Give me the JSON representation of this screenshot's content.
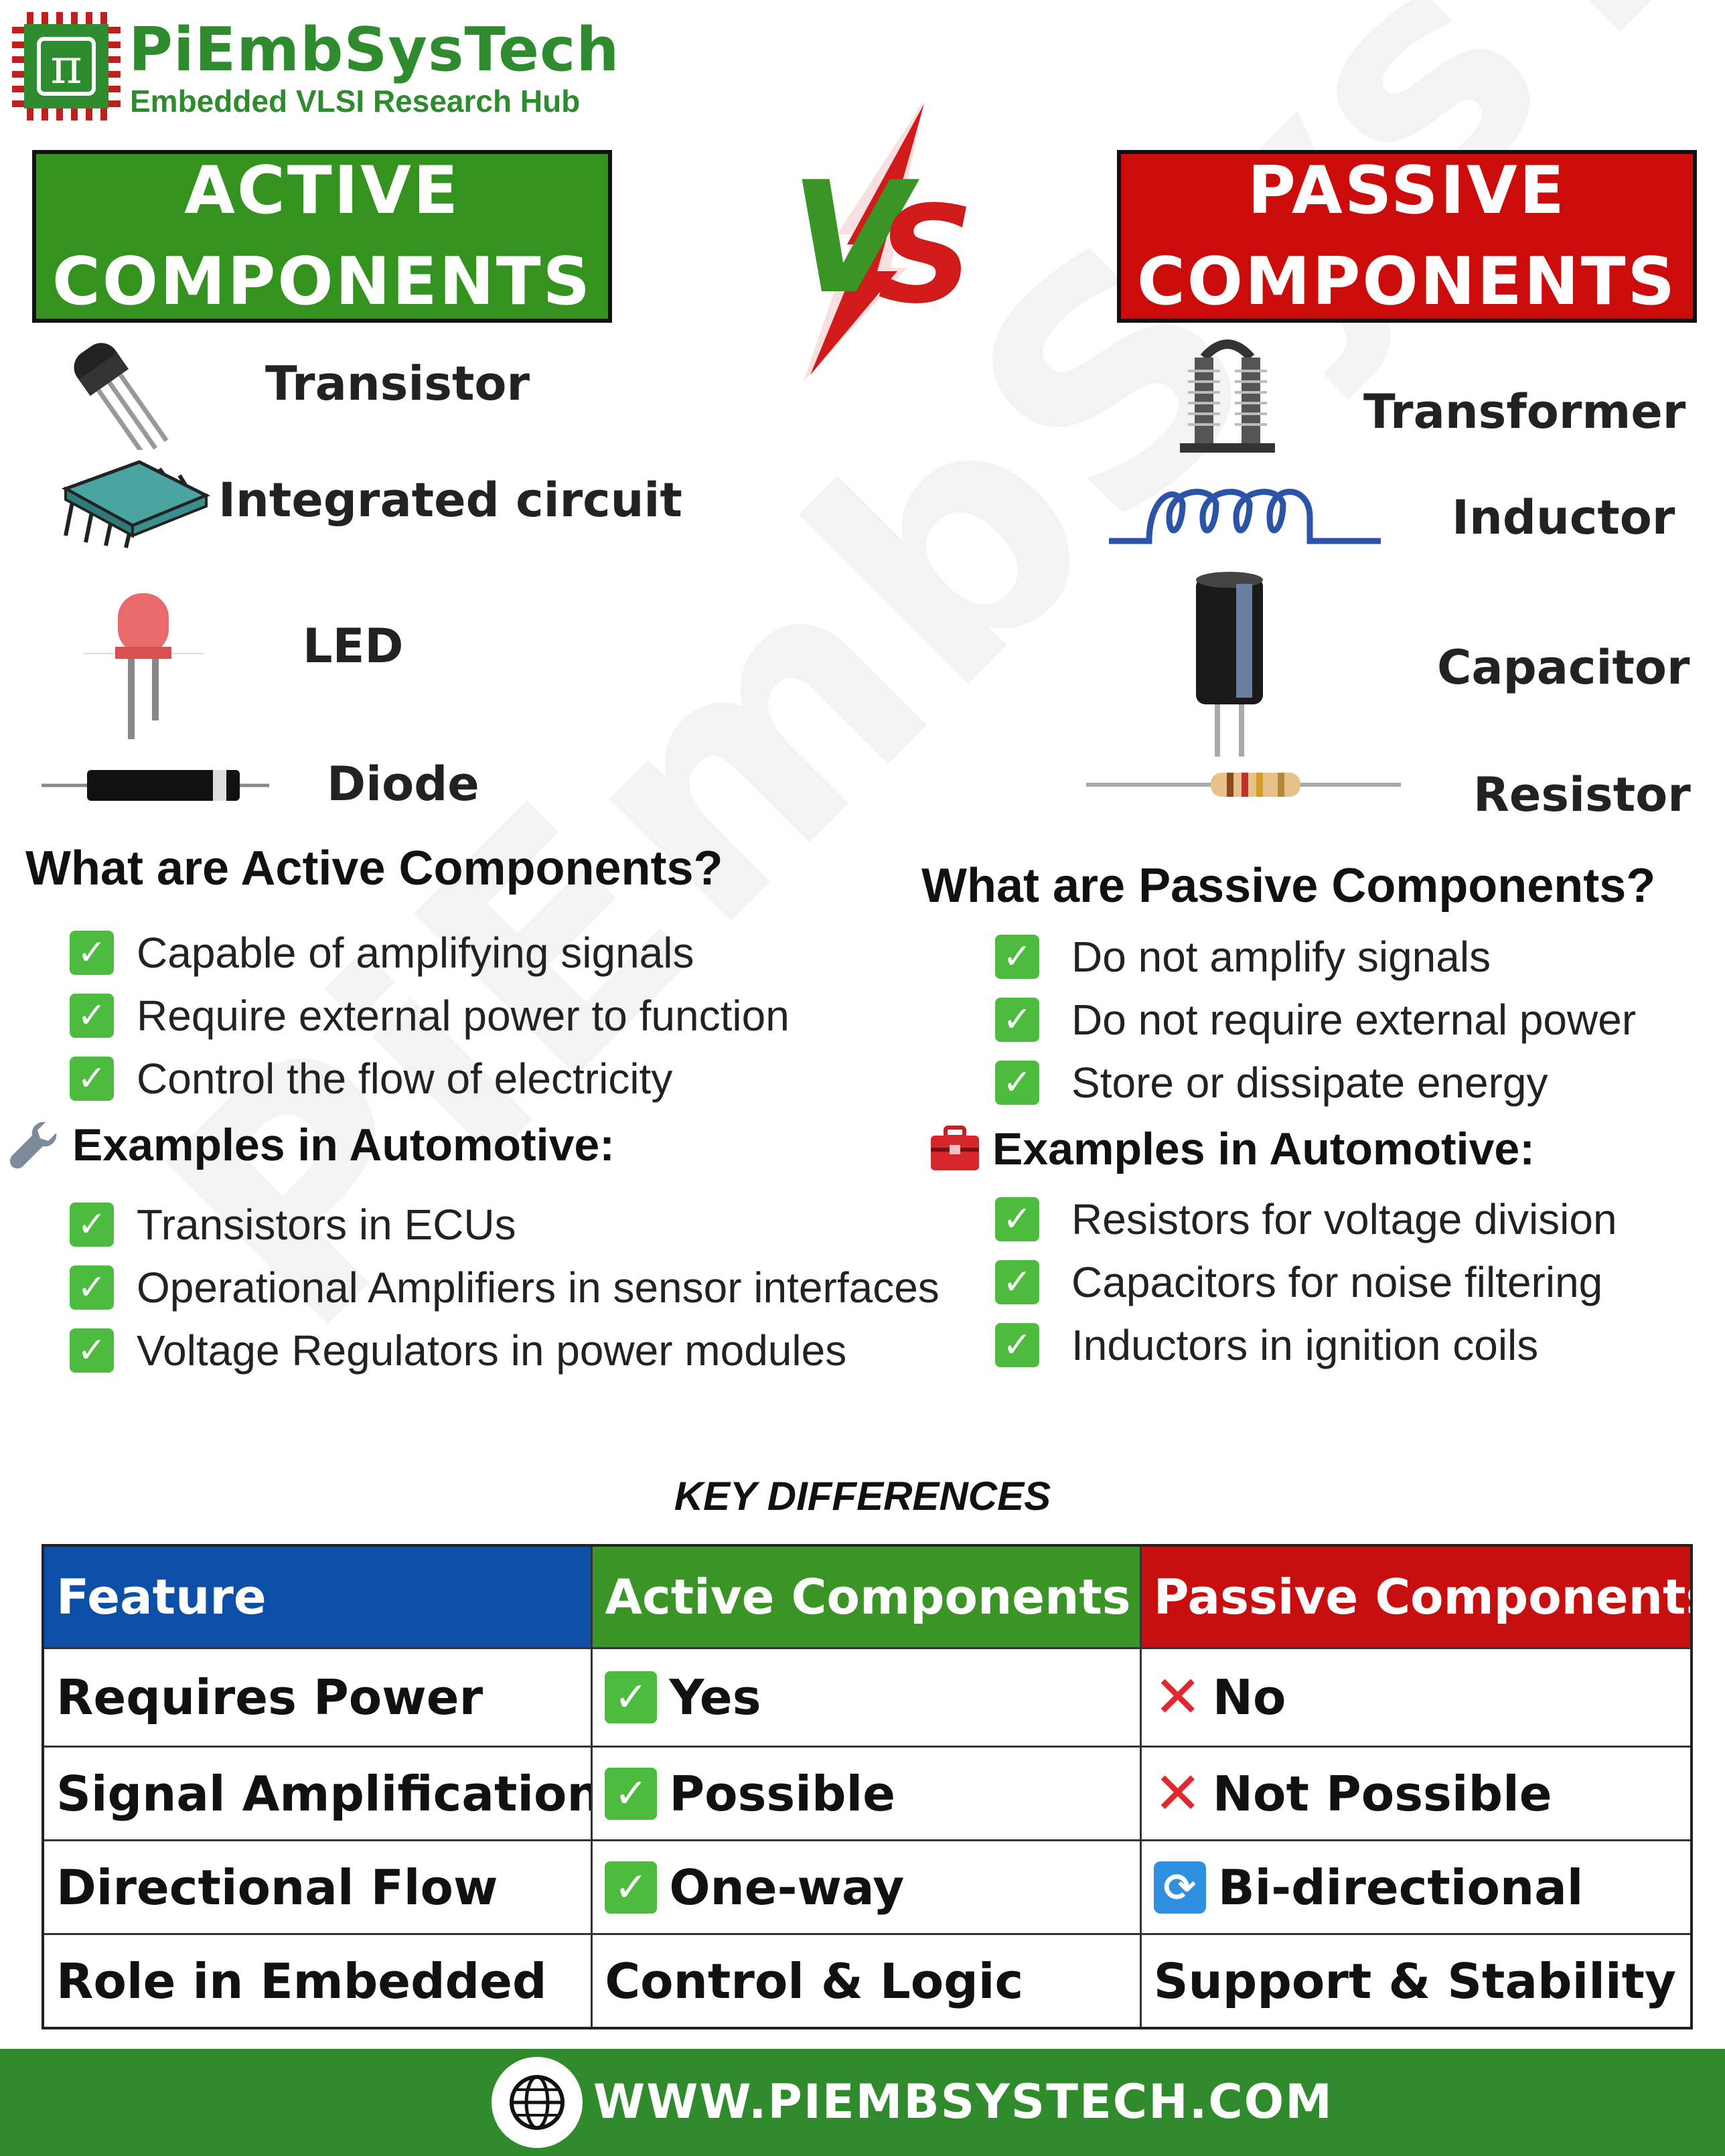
{
  "brand": {
    "name": "PiEmbSysTech",
    "tagline": "Embedded VLSI Research Hub",
    "logo_symbol": "π"
  },
  "titles": {
    "active_line1": "ACTIVE",
    "active_line2": "COMPONENTS",
    "passive_line1": "PASSIVE",
    "passive_line2": "COMPONENTS",
    "vs": "VS"
  },
  "active_components": [
    {
      "label": "Transistor",
      "icon": "transistor-icon"
    },
    {
      "label": "Integrated circuit",
      "icon": "ic-chip-icon"
    },
    {
      "label": "LED",
      "icon": "led-icon"
    },
    {
      "label": "Diode",
      "icon": "diode-icon"
    }
  ],
  "passive_components": [
    {
      "label": "Transformer",
      "icon": "transformer-icon"
    },
    {
      "label": "Inductor",
      "icon": "inductor-icon"
    },
    {
      "label": "Capacitor",
      "icon": "capacitor-icon"
    },
    {
      "label": "Resistor",
      "icon": "resistor-icon"
    }
  ],
  "active_section": {
    "question": "What are Active Components?",
    "points": [
      "Capable of amplifying signals",
      "Require external power to function",
      "Control the flow of electricity"
    ],
    "examples_title": "Examples in Automotive:",
    "examples_icon": "wrench-icon",
    "examples": [
      "Transistors in ECUs",
      "Operational Amplifiers in sensor interfaces",
      "Voltage Regulators in power modules"
    ]
  },
  "passive_section": {
    "question": "What are Passive Components?",
    "points": [
      "Do not amplify signals",
      "Do not require external power",
      "Store or dissipate energy"
    ],
    "examples_title": "Examples in Automotive:",
    "examples_icon": "toolbox-icon",
    "examples": [
      "Resistors for voltage division",
      "Capacitors for noise filtering",
      "Inductors in ignition coils"
    ]
  },
  "key_differences": {
    "title": "KEY DIFFERENCES",
    "headers": [
      "Feature",
      "Active Components",
      "Passive Components"
    ],
    "rows": [
      {
        "feature": "Requires Power",
        "active": "Yes",
        "active_icon": "check-icon",
        "passive": "No",
        "passive_icon": "cross-icon"
      },
      {
        "feature": "Signal Amplification",
        "active": "Possible",
        "active_icon": "check-icon",
        "passive": "Not Possible",
        "passive_icon": "cross-icon"
      },
      {
        "feature": "Directional Flow",
        "active": "One-way",
        "active_icon": "check-icon",
        "passive": "Bi-directional",
        "passive_icon": "repeat-icon"
      },
      {
        "feature": "Role in Embedded",
        "active": "Control & Logic",
        "active_icon": "",
        "passive": "Support & Stability",
        "passive_icon": ""
      }
    ]
  },
  "footer": {
    "url": "WWW.PIEMBSYSTECH.COM",
    "icon": "globe-icon"
  },
  "watermark": "PiEmbSysTech",
  "colors": {
    "brand_green": "#2e8b2e",
    "active_green": "#34931e",
    "passive_red": "#cc0b0b",
    "feature_blue": "#0b4fa8",
    "check_green": "#4cbb3e"
  }
}
